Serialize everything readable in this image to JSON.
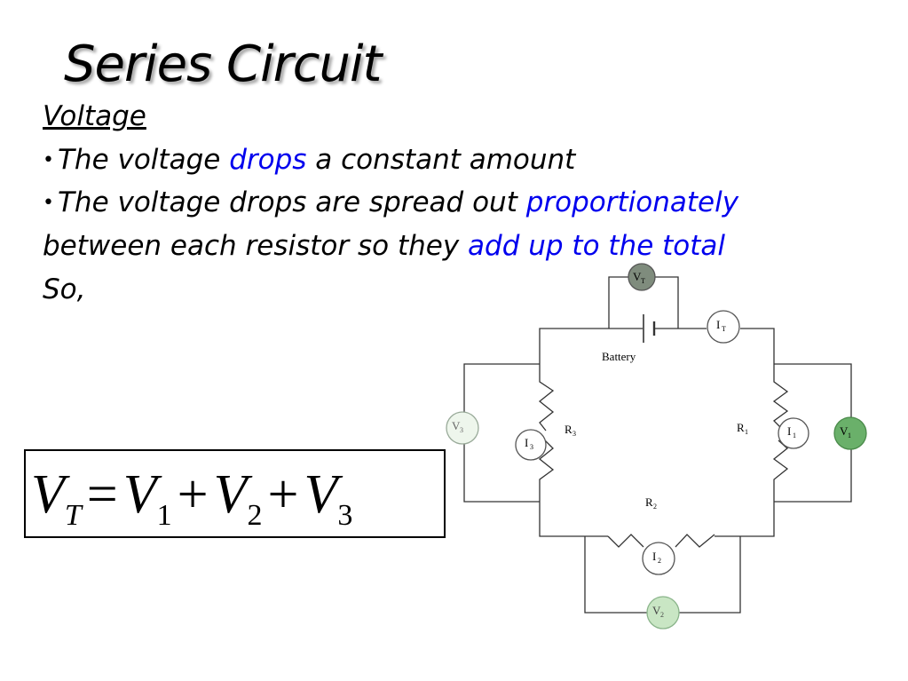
{
  "title": "Series Circuit",
  "subheading": "Voltage",
  "bullets": [
    {
      "pre": "The voltage ",
      "highlight": "drops",
      "post": " a constant amount"
    },
    {
      "pre": "The voltage drops are spread out ",
      "highlight": "proportionately"
    }
  ],
  "continuation": {
    "pre": "between each resistor so they ",
    "highlight": "add up to the total"
  },
  "so_text": "So,",
  "equation": {
    "lhs": "V",
    "lhs_sub": "T",
    "eq": "=",
    "terms": [
      {
        "v": "V",
        "sub": "1"
      },
      {
        "v": "V",
        "sub": "2"
      },
      {
        "v": "V",
        "sub": "3"
      }
    ],
    "plus": "+"
  },
  "diagram": {
    "battery_label": "Battery",
    "resistors": {
      "r1": "R",
      "r1_sub": "1",
      "r2": "R",
      "r2_sub": "2",
      "r3": "R",
      "r3_sub": "3"
    },
    "meters": {
      "vt": {
        "main": "V",
        "sub": "T"
      },
      "it": {
        "main": "I",
        "sub": "T"
      },
      "v1": {
        "main": "V",
        "sub": "1"
      },
      "i1": {
        "main": "I",
        "sub": "1"
      },
      "v2": {
        "main": "V",
        "sub": "2"
      },
      "i2": {
        "main": "I",
        "sub": "2"
      },
      "v3": {
        "main": "V",
        "sub": "3"
      },
      "i3": {
        "main": "I",
        "sub": "3"
      }
    },
    "colors": {
      "vt_fill": "#7f8c7d",
      "v1_fill": "#6ab06a",
      "v2_fill": "#c9e6c4",
      "v3_fill": "#eef6ec",
      "wire": "#333333",
      "highlight_text": "#0000ee"
    }
  }
}
